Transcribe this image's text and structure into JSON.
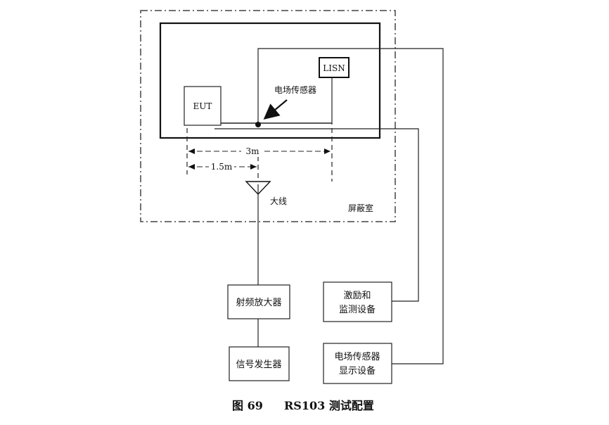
{
  "diagram": {
    "labels": {
      "eut": "EUT",
      "lisn": "LISN",
      "field_sensor": "电场传感器",
      "dist_3m": "3m",
      "dist_15m": "1.5m",
      "antenna": "大线",
      "shielded_room": "屏蔽室",
      "rf_amp": "射频放大器",
      "signal_gen": "信号发生器",
      "stim_line1": "激励和",
      "stim_line2": "监测设备",
      "sensor_disp_line1": "电场传感器",
      "sensor_disp_line2": "显示设备"
    },
    "caption": {
      "figure": "图 69",
      "title": "RS103 测试配置"
    }
  }
}
